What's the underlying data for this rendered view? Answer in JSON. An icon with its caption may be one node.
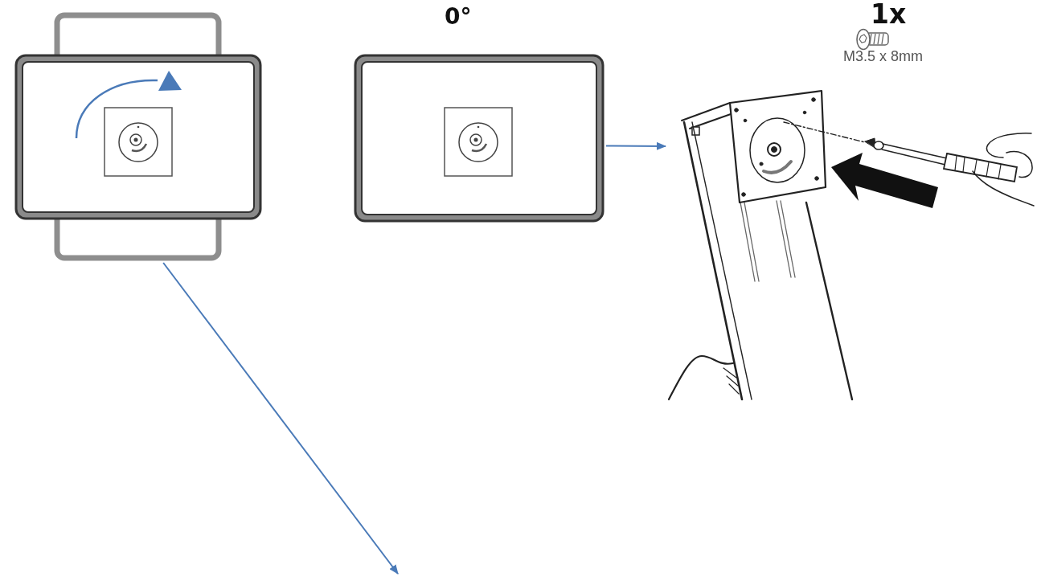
{
  "diagram": {
    "nodes": [
      {
        "text": [],
        "shape": "picture"
      },
      {
        "text": [
          "0°"
        ]
      },
      {
        "text": [],
        "shape": "picture"
      }
    ],
    "edges": [
      {
        "from": 0,
        "to": null,
        "arrow": "to"
      },
      {
        "from": 1,
        "to": 2,
        "arrow": "to"
      }
    ],
    "labels": [
      "1x",
      "M3.5 x 8mm"
    ]
  }
}
